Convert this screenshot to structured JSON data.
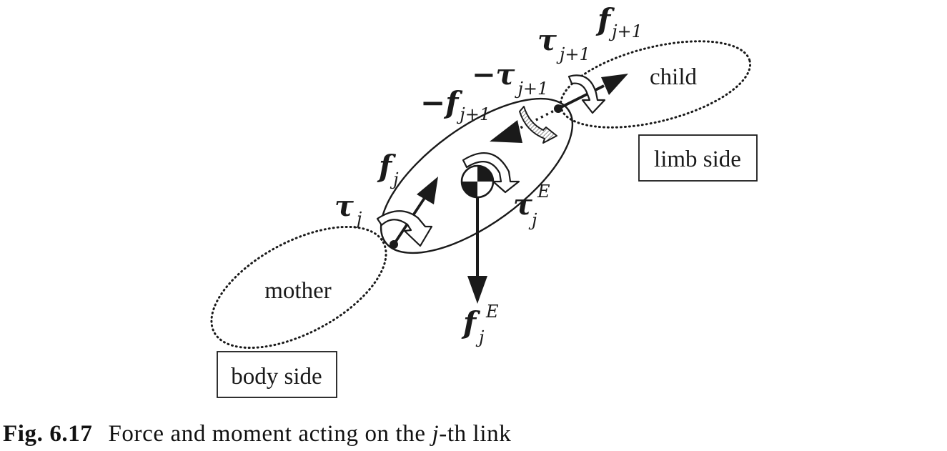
{
  "labels": {
    "mother": "mother",
    "child": "child",
    "body_side": "body side",
    "limb_side": "limb side"
  },
  "symbols": {
    "f_j": {
      "main": "f",
      "sub": "j"
    },
    "tau_j": {
      "main": "τ",
      "sub": "j"
    },
    "minus_f_j1": {
      "main": "−f",
      "sub": "j+1"
    },
    "minus_tau_j1": {
      "main": "−τ",
      "sub": "j+1"
    },
    "tau_j1": {
      "main": "τ",
      "sub": "j+1"
    },
    "f_j1": {
      "main": "f",
      "sub": "j+1"
    },
    "tau_E": {
      "main": "τ",
      "sub": "j",
      "sup": "E"
    },
    "f_E": {
      "main": "f",
      "sub": "j",
      "sup": "E"
    }
  },
  "caption": {
    "number": "Fig. 6.17",
    "text_before": "Force and moment acting on the ",
    "var": "j",
    "text_after": "-th link"
  },
  "colors": {
    "ink": "#1a1a1a",
    "hatch_arrow": "#bdbdbd"
  }
}
